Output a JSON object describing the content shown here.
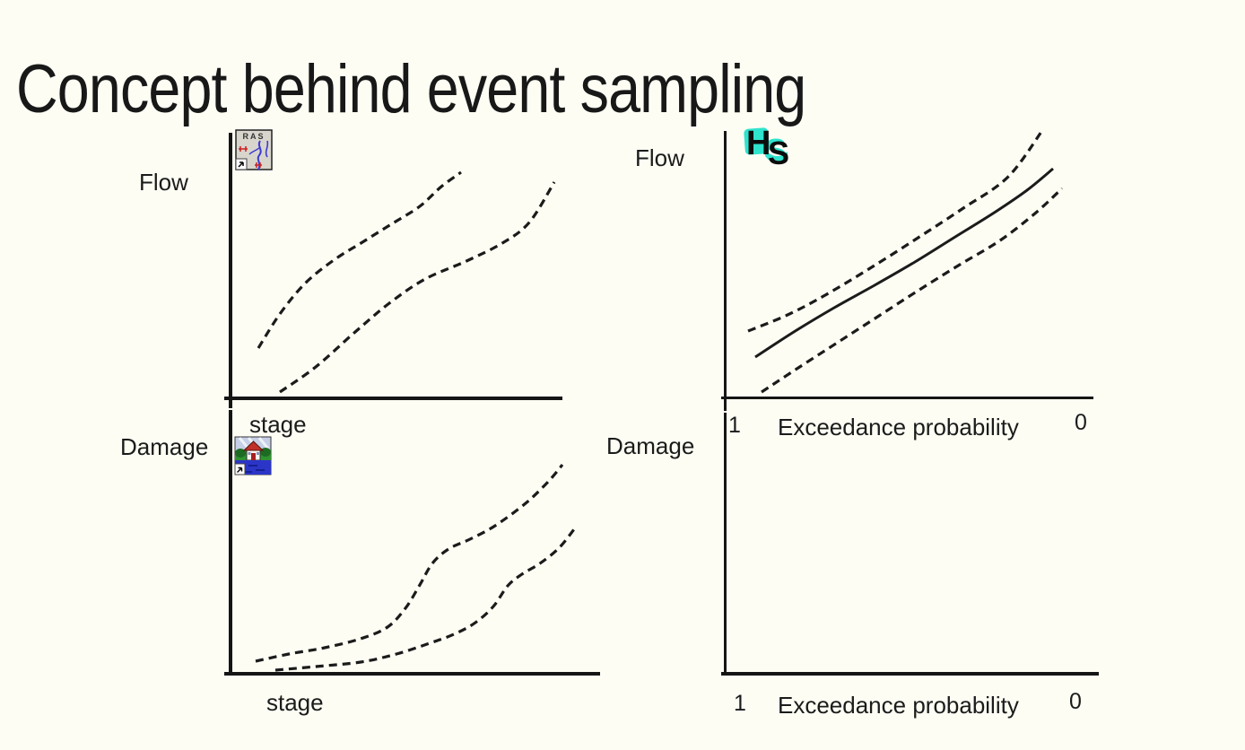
{
  "slide": {
    "title": "Concept behind event sampling"
  },
  "colors": {
    "ink": "#1b1b1b",
    "background": "#fdfdf4",
    "teal": "#2fe3cd",
    "river_blue": "#3a3ad0",
    "marker_red": "#c82020",
    "icon_gray": "#d8d5cd",
    "water_blue": "#2b35c8",
    "grass_green": "#2f9231",
    "roof_red": "#c03028"
  },
  "charts": {
    "flow_stage": {
      "y_label": "Flow",
      "x_label": "stage",
      "icon": "hec-ras-icon",
      "curves": [
        {
          "name": "upper-uncertainty-curve",
          "style": "dashed",
          "points": [
            [
              288,
              388
            ],
            [
              312,
              350
            ],
            [
              340,
              316
            ],
            [
              372,
              290
            ],
            [
              404,
              270
            ],
            [
              436,
              250
            ],
            [
              468,
              230
            ],
            [
              492,
              208
            ],
            [
              514,
              192
            ]
          ]
        },
        {
          "name": "lower-uncertainty-curve",
          "style": "dashed",
          "points": [
            [
              312,
              437
            ],
            [
              352,
              409
            ],
            [
              396,
              370
            ],
            [
              434,
              338
            ],
            [
              474,
              311
            ],
            [
              520,
              291
            ],
            [
              560,
              271
            ],
            [
              590,
              248
            ],
            [
              618,
              203
            ]
          ]
        }
      ]
    },
    "flow_probability": {
      "y_label": "Flow",
      "x_label": "Exceedance probability",
      "tick_left": "1",
      "tick_right": "0",
      "icon": "hec-ssp-icon",
      "curves": [
        {
          "name": "upper-uncertainty-line",
          "style": "dashed",
          "points": [
            [
              834,
              369
            ],
            [
              878,
              351
            ],
            [
              920,
              329
            ],
            [
              970,
              299
            ],
            [
              1022,
              266
            ],
            [
              1074,
              232
            ],
            [
              1124,
              197
            ],
            [
              1163,
              144
            ]
          ]
        },
        {
          "name": "best-estimate-line",
          "style": "solid",
          "points": [
            [
              842,
              398
            ],
            [
              885,
              370
            ],
            [
              930,
              343
            ],
            [
              975,
              318
            ],
            [
              1020,
              292
            ],
            [
              1065,
              264
            ],
            [
              1110,
              236
            ],
            [
              1145,
              212
            ],
            [
              1174,
              188
            ]
          ]
        },
        {
          "name": "lower-uncertainty-line",
          "style": "dashed",
          "points": [
            [
              849,
              437
            ],
            [
              890,
              410
            ],
            [
              935,
              381
            ],
            [
              980,
              352
            ],
            [
              1025,
              323
            ],
            [
              1070,
              295
            ],
            [
              1115,
              268
            ],
            [
              1155,
              237
            ],
            [
              1184,
              210
            ]
          ]
        }
      ]
    },
    "damage_stage": {
      "y_label": "Damage",
      "x_label": "stage",
      "icon": "hec-fia-icon",
      "curves": [
        {
          "name": "upper-uncertainty-curve",
          "style": "dashed",
          "points": [
            [
              285,
              737
            ],
            [
              322,
              729
            ],
            [
              362,
              722
            ],
            [
              402,
              712
            ],
            [
              432,
              699
            ],
            [
              452,
              678
            ],
            [
              468,
              652
            ],
            [
              482,
              628
            ],
            [
              500,
              612
            ],
            [
              524,
              601
            ],
            [
              552,
              586
            ],
            [
              586,
              561
            ],
            [
              612,
              536
            ],
            [
              627,
              518
            ]
          ]
        },
        {
          "name": "lower-uncertainty-curve",
          "style": "dashed",
          "points": [
            [
              307,
              747
            ],
            [
              352,
              743
            ],
            [
              402,
              738
            ],
            [
              442,
              729
            ],
            [
              476,
              718
            ],
            [
              506,
              707
            ],
            [
              530,
              694
            ],
            [
              550,
              676
            ],
            [
              566,
              653
            ],
            [
              582,
              640
            ],
            [
              602,
              628
            ],
            [
              624,
              610
            ],
            [
              643,
              586
            ]
          ]
        }
      ]
    },
    "damage_probability": {
      "y_label": "Damage",
      "x_label": "Exceedance probability",
      "tick_left": "1",
      "tick_right": "0",
      "curves": []
    }
  },
  "icons": {
    "ras": {
      "label": "RAS"
    },
    "ssp": {
      "h": "H",
      "s": "S"
    }
  }
}
